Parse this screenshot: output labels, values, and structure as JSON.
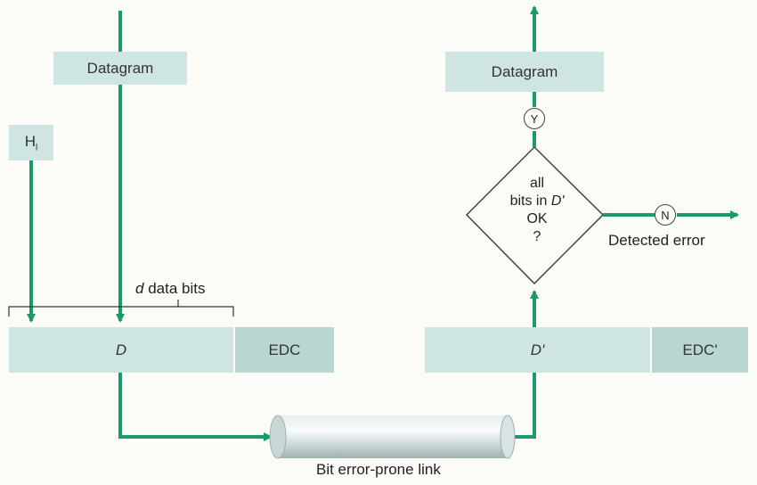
{
  "sender": {
    "datagram_label": "Datagram",
    "header_label": "H",
    "header_subscript": "l",
    "brace_label_italic": "d",
    "brace_label_rest": " data bits",
    "data_label": "D",
    "edc_label": "EDC"
  },
  "link": {
    "label": "Bit error-prone link"
  },
  "receiver": {
    "datagram_label": "Datagram",
    "data_label": "D'",
    "edc_label": "EDC'",
    "decision_line1": "all",
    "decision_line2_pre": "bits in ",
    "decision_line2_italic": "D'",
    "decision_line3": "OK",
    "decision_line4": "?",
    "yes_label": "Y",
    "no_label": "N",
    "error_label": "Detected error"
  },
  "colors": {
    "arrow": "#1a9a6a",
    "box": "#cfe5e1",
    "box_dark": "#b9d6d1"
  }
}
